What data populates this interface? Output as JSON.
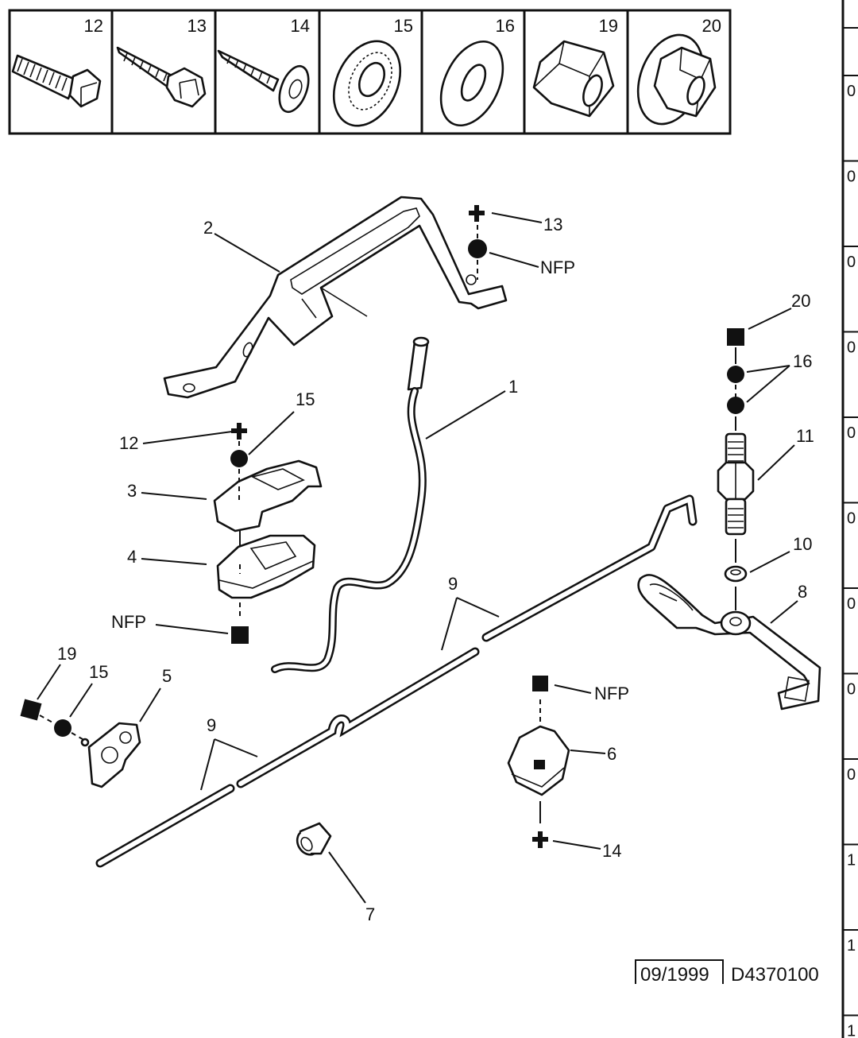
{
  "fastener_legend": {
    "items": [
      {
        "number": "12",
        "kind": "hex bolt",
        "icon": "hex-bolt-icon"
      },
      {
        "number": "13",
        "kind": "self-tapping flange screw",
        "icon": "flange-screw-icon"
      },
      {
        "number": "14",
        "kind": "washer-head tapping screw",
        "icon": "washer-screw-icon"
      },
      {
        "number": "15",
        "kind": "serrated washer",
        "icon": "serrated-washer-icon"
      },
      {
        "number": "16",
        "kind": "flat washer",
        "icon": "flat-washer-icon"
      },
      {
        "number": "19",
        "kind": "hex nut",
        "icon": "hex-nut-icon"
      },
      {
        "number": "20",
        "kind": "flange nut",
        "icon": "flange-nut-icon"
      }
    ]
  },
  "callouts": {
    "c1": "1",
    "c2": "2",
    "c3": "3",
    "c4": "4",
    "c5": "5",
    "c6": "6",
    "c7": "7",
    "c8": "8",
    "c9a": "9",
    "c9b": "9",
    "c10": "10",
    "c11": "11",
    "c12": "12",
    "c13": "13",
    "c14": "14",
    "c15a": "15",
    "c15b": "15",
    "c16": "16",
    "c19": "19",
    "c20": "20",
    "nfp_top": "NFP",
    "nfp_left": "NFP",
    "nfp_bottom": "NFP"
  },
  "footer": {
    "date": "09/1999",
    "reference": "D4370100"
  },
  "side_table": {
    "row_prefixes": [
      "0",
      "0",
      "0",
      "0",
      "0",
      "0",
      "0",
      "0",
      "0",
      "1",
      "1",
      "1"
    ]
  }
}
